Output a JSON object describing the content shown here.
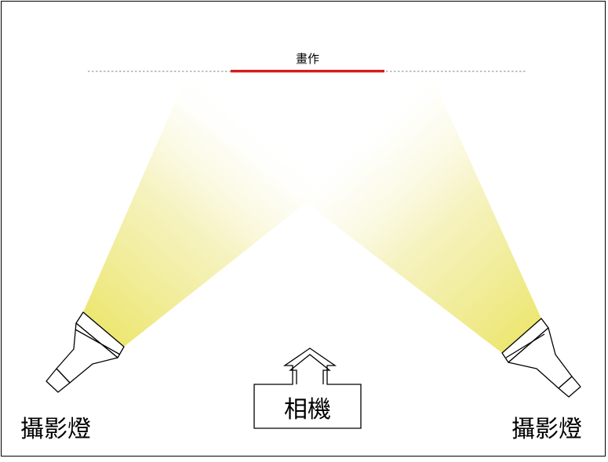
{
  "diagram": {
    "artwork_label": "畫作",
    "camera_label": "相機",
    "left_lamp_label": "攝影燈",
    "right_lamp_label": "攝影燈",
    "colors": {
      "artwork": "#d61b1b",
      "wall_line": "#9a9a9a",
      "light_beam": "#ece66e",
      "outline": "#000000"
    }
  }
}
